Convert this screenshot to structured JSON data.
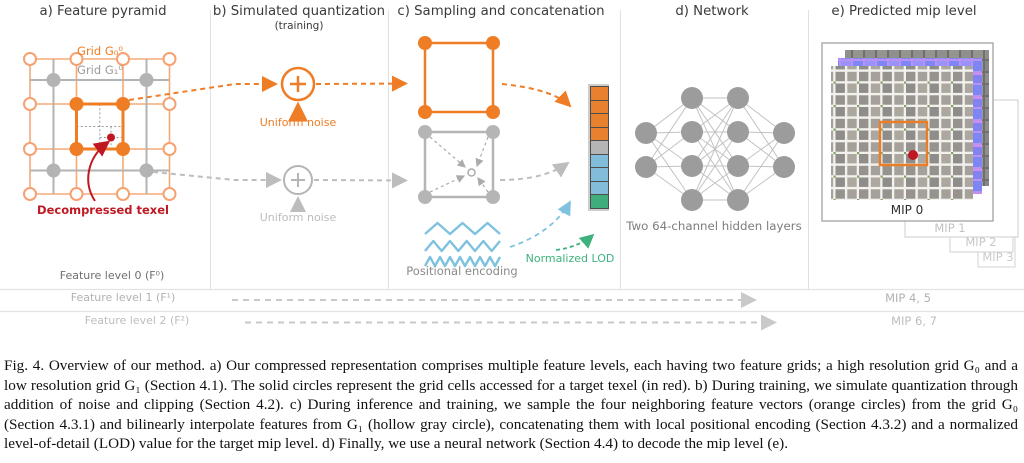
{
  "figure": {
    "panels": {
      "a": {
        "title": "a) Feature pyramid",
        "grid_g0_label": "Grid G₀⁰",
        "grid_g1_label": "Grid G₁⁰",
        "texel_label": "Decompressed texel",
        "level_label": "Feature level 0 (F⁰)"
      },
      "b": {
        "title": "b) Simulated quantization",
        "subtitle": "(training)",
        "noise_top": "Uniform noise",
        "noise_bottom": "Uniform noise"
      },
      "c": {
        "title": "c) Sampling and concatenation",
        "positional_label": "Positional encoding",
        "lod_label": "Normalized LOD",
        "stack_cells": [
          "#E8812D",
          "#E8812D",
          "#E8812D",
          "#E8812D",
          "#B5B5B5",
          "#82BCDB",
          "#82BCDB",
          "#82BCDB",
          "#3FAE7C"
        ]
      },
      "d": {
        "title": "d) Network",
        "caption": "Two 64-channel hidden layers"
      },
      "e": {
        "title": "e) Predicted mip level",
        "mip0": "MIP 0",
        "mip1": "MIP 1",
        "mip2": "MIP 2",
        "mip3": "MIP 3"
      }
    },
    "rows": {
      "level1": {
        "label": "Feature level 1 (F¹)",
        "mips": "MIP 4, 5"
      },
      "level2": {
        "label": "Feature level 2 (F²)",
        "mips": "MIP 6, 7"
      }
    }
  },
  "caption": {
    "text": "Fig. 4.  Overview of our method. a) Our compressed representation comprises multiple feature levels, each having two feature grids; a high resolution grid G₀ and a low resolution grid G₁ (Section 4.1). The solid circles represent the grid cells accessed for a target texel (in red). b) During training, we simulate quantization through addition of noise and clipping (Section 4.2). c) During inference and training, we sample the four neighboring feature vectors (orange circles) from the grid G₀ (Section 4.3.1) and bilinearly interpolate features from G₁ (hollow gray circle), concatenating them with local positional encoding (Section 4.3.2) and a normalized level-of-detail (LOD) value for the target mip level. d) Finally, we use a neural network (Section 4.4) to decode the mip level (e)."
  },
  "colors": {
    "orange": "#EE7D26",
    "orange_light": "#F5AA76",
    "gray": "#B3B3B3",
    "blue": "#7FC2DF",
    "green": "#3EB27D",
    "red": "#C01822"
  }
}
